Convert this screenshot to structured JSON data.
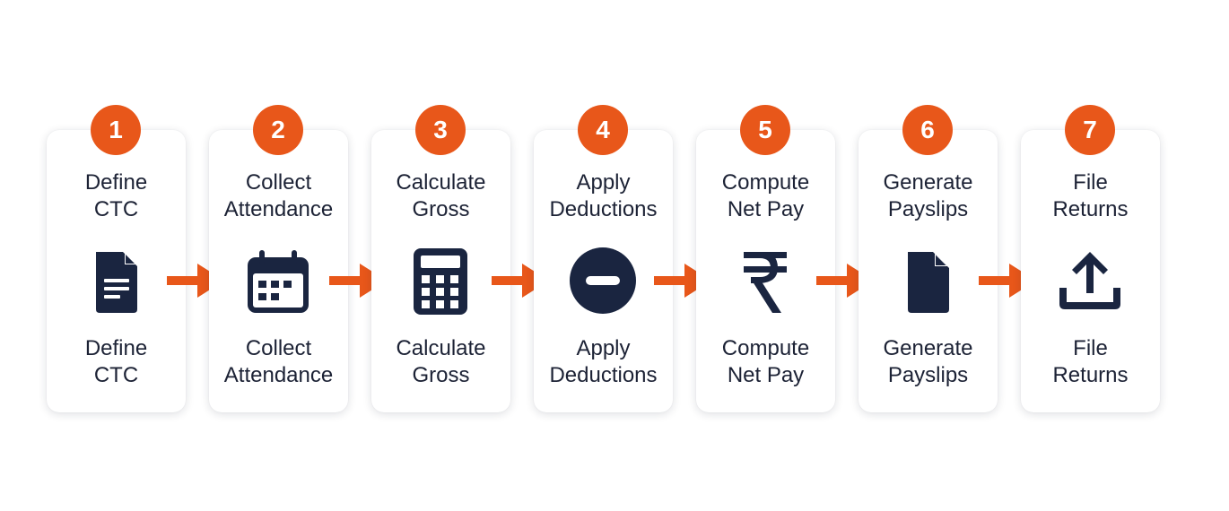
{
  "colors": {
    "accent": "#e8571a",
    "icon": "#1a2540",
    "text": "#1c2235",
    "card": "#ffffff"
  },
  "steps": [
    {
      "number": "1",
      "line1": "Define",
      "line2": "CTC",
      "icon": "document-icon"
    },
    {
      "number": "2",
      "line1": "Collect",
      "line2": "Attendance",
      "icon": "calendar-icon"
    },
    {
      "number": "3",
      "line1": "Calculate",
      "line2": "Gross",
      "icon": "calculator-icon"
    },
    {
      "number": "4",
      "line1": "Apply",
      "line2": "Deductions",
      "icon": "minus-circle-icon"
    },
    {
      "number": "5",
      "line1": "Compute",
      "line2": "Net Pay",
      "icon": "rupee-icon"
    },
    {
      "number": "6",
      "line1": "Generate",
      "line2": "Payslips",
      "icon": "file-icon"
    },
    {
      "number": "7",
      "line1": "File",
      "line2": "Returns",
      "icon": "upload-icon"
    }
  ]
}
